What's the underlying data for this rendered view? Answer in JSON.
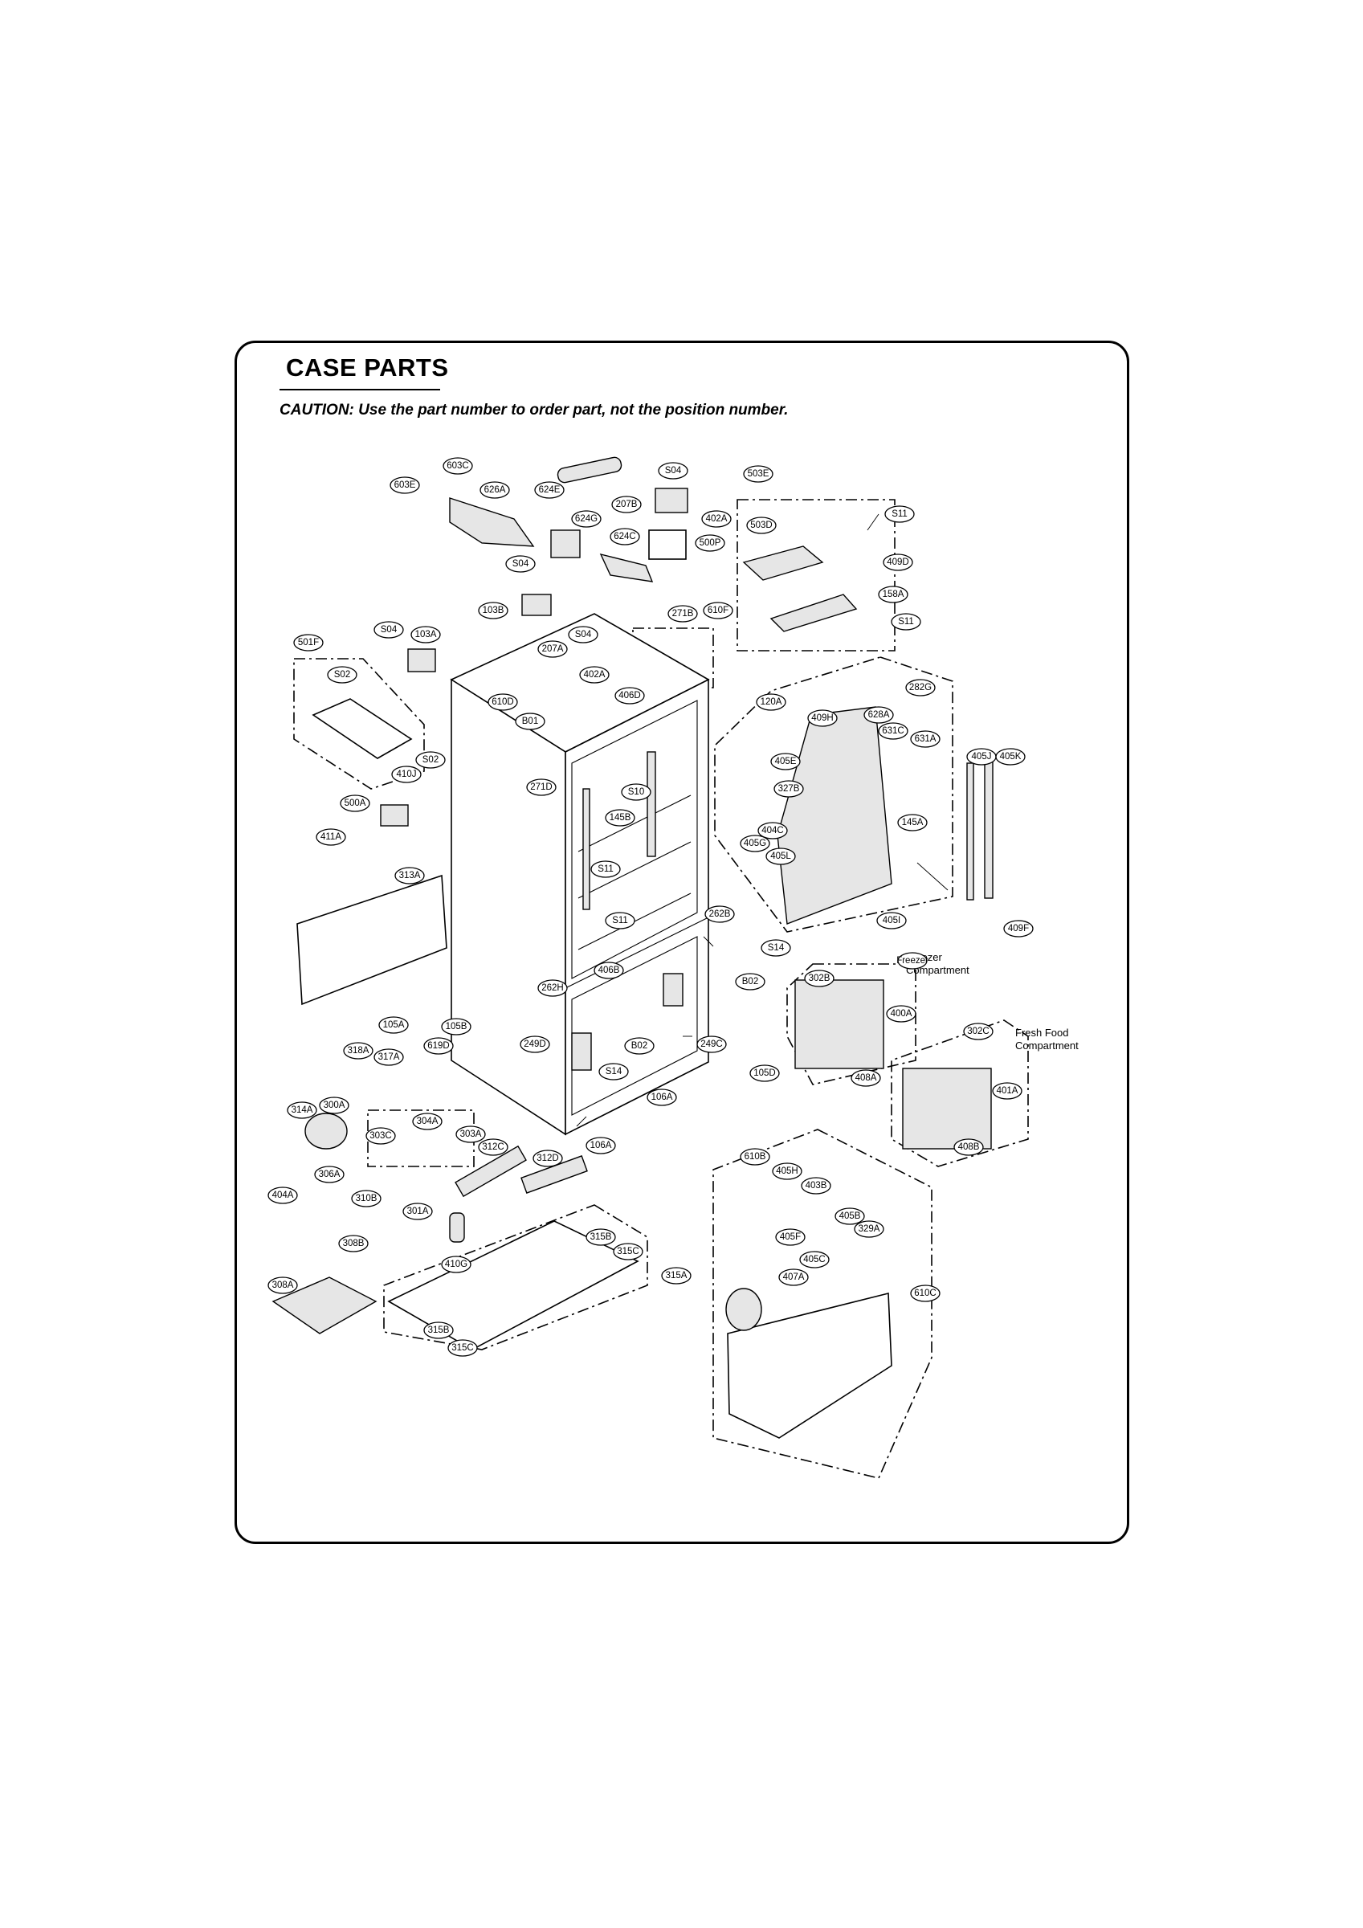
{
  "title": "CASE PARTS",
  "caution": "CAUTION: Use the part number to order part, not the position number.",
  "notes": {
    "freezer": [
      "Freezer",
      "Compartment"
    ],
    "fresh_food": [
      "Fresh Food",
      "Compartment"
    ]
  },
  "callouts": [
    "603C",
    "603E",
    "626A",
    "624E",
    "S04",
    "207B",
    "402A",
    "503E",
    "S11",
    "503D",
    "624G",
    "624C",
    "500P",
    "409D",
    "S04",
    "158A",
    "103B",
    "271B",
    "610F",
    "S11",
    "S04",
    "103A",
    "501F",
    "S04",
    "207A",
    "S02",
    "402A",
    "406D",
    "282G",
    "120A",
    "409H",
    "628A",
    "631C",
    "610D",
    "B01",
    "631A",
    "405J",
    "405K",
    "S02",
    "405E",
    "410J",
    "271D",
    "S10",
    "327B",
    "500A",
    "145B",
    "145A",
    "404C",
    "405G",
    "411A",
    "405L",
    "313A",
    "S11",
    "405I",
    "409F",
    "262B",
    "S11",
    "S14",
    "B02",
    "302B",
    "Freezer",
    "262H",
    "406B",
    "400A",
    "105A",
    "105B",
    "302C",
    "318A",
    "317A",
    "619D",
    "249D",
    "B02",
    "249C",
    "S14",
    "105D",
    "408A",
    "401A",
    "314A",
    "300A",
    "106A",
    "304A",
    "303C",
    "303A",
    "312C",
    "312D",
    "106A",
    "408B",
    "306A",
    "610B",
    "405H",
    "404A",
    "310B",
    "403B",
    "301A",
    "405B",
    "329A",
    "308B",
    "315B",
    "405F",
    "315C",
    "405C",
    "410G",
    "315A",
    "308A",
    "407A",
    "610C",
    "315B",
    "315C"
  ]
}
